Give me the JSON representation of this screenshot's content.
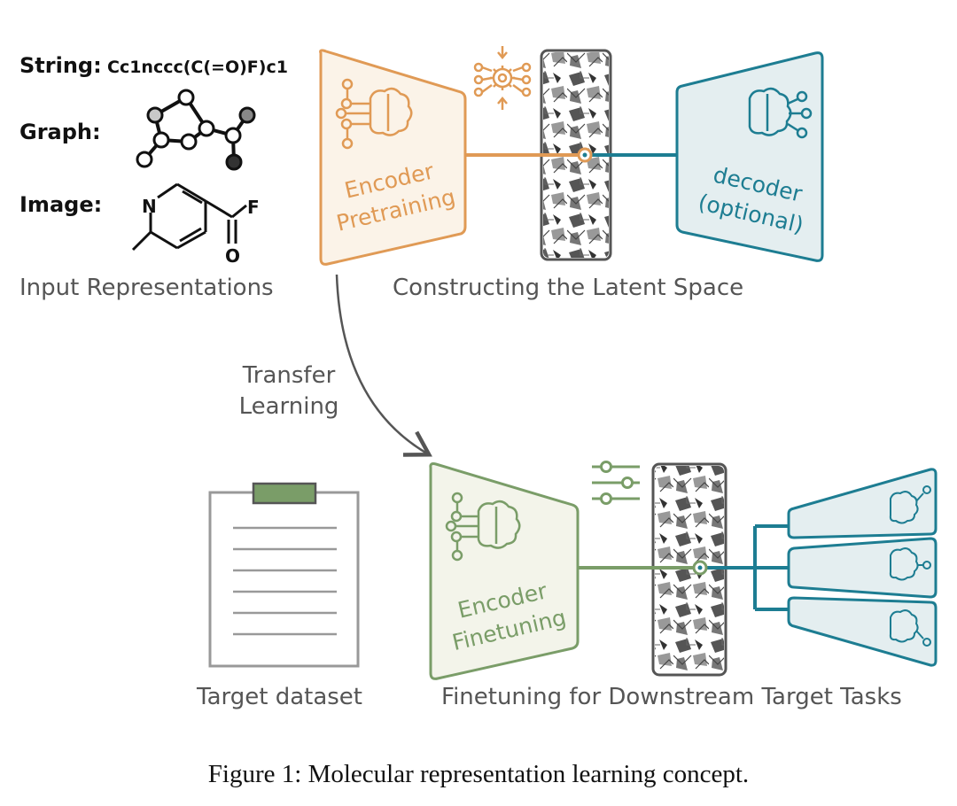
{
  "inputs": {
    "string_label": "String:",
    "string_value": "Cc1nccc(C(=O)F)c1",
    "graph_label": "Graph:",
    "image_label": "Image:",
    "atom_n": "N",
    "atom_f": "F",
    "atom_o": "O"
  },
  "sections": {
    "input_title": "Input Representations",
    "latent_title": "Constructing the Latent Space",
    "transfer_line1": "Transfer",
    "transfer_line2": "Learning",
    "dataset_title": "Target dataset",
    "finetune_title": "Finetuning for Downstream Target Tasks"
  },
  "blocks": {
    "encoder_pre_line1": "Encoder",
    "encoder_pre_line2": "Pretraining",
    "decoder_line1": "decoder",
    "decoder_line2": "(optional)",
    "encoder_fine_line1": "Encoder",
    "encoder_fine_line2": "Finetuning"
  },
  "caption": "Figure 1: Molecular representation learning concept.",
  "colors": {
    "orange": "#e09a55",
    "orange_fill": "#fbf3e8",
    "teal": "#1d7d92",
    "teal_fill": "#e4eef0",
    "green": "#7a9d68",
    "green_fill": "#f3f4ea",
    "gray_text": "#555555"
  },
  "icons": [
    "brain-circuit-icon",
    "gear-cog-icon",
    "slider-settings-icon",
    "clipboard-icon"
  ]
}
